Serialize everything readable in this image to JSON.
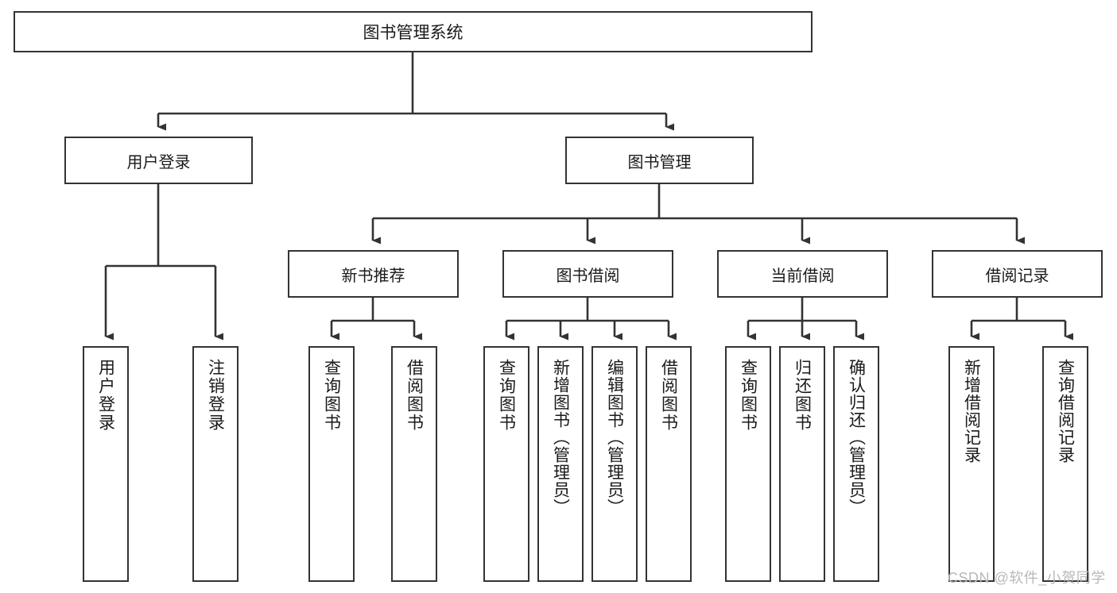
{
  "diagram": {
    "title": "图书管理系统",
    "type": "tree-hierarchy-chart",
    "colors": {
      "box_border": "#333333",
      "box_fill": "#ffffff",
      "connector": "#333333",
      "text": "#1a1a1a",
      "watermark": "#b8b8b8",
      "canvas": "#ffffff"
    }
  },
  "watermark": {
    "text": "CSDN @软件_小贺同学"
  },
  "root": {
    "label": "图书管理系统"
  },
  "level1": [
    {
      "label": "用户登录"
    },
    {
      "label": "图书管理"
    }
  ],
  "level2": [
    {
      "label": "新书推荐"
    },
    {
      "label": "图书借阅"
    },
    {
      "label": "当前借阅"
    },
    {
      "label": "借阅记录"
    }
  ],
  "leaves": {
    "user_login": [
      {
        "label": "用户登录"
      },
      {
        "label": "注销登录"
      }
    ],
    "new_book": [
      {
        "label": "查询图书"
      },
      {
        "label": "借阅图书"
      }
    ],
    "book_borrow": [
      {
        "label": "查询图书"
      },
      {
        "label": "新增图书（管理员）"
      },
      {
        "label": "编辑图书（管理员）"
      },
      {
        "label": "借阅图书"
      }
    ],
    "current_borrow": [
      {
        "label": "查询图书"
      },
      {
        "label": "归还图书"
      },
      {
        "label": "确认归还（管理员）"
      }
    ],
    "borrow_record": [
      {
        "label": "新增借阅记录"
      },
      {
        "label": "查询借阅记录"
      }
    ]
  }
}
